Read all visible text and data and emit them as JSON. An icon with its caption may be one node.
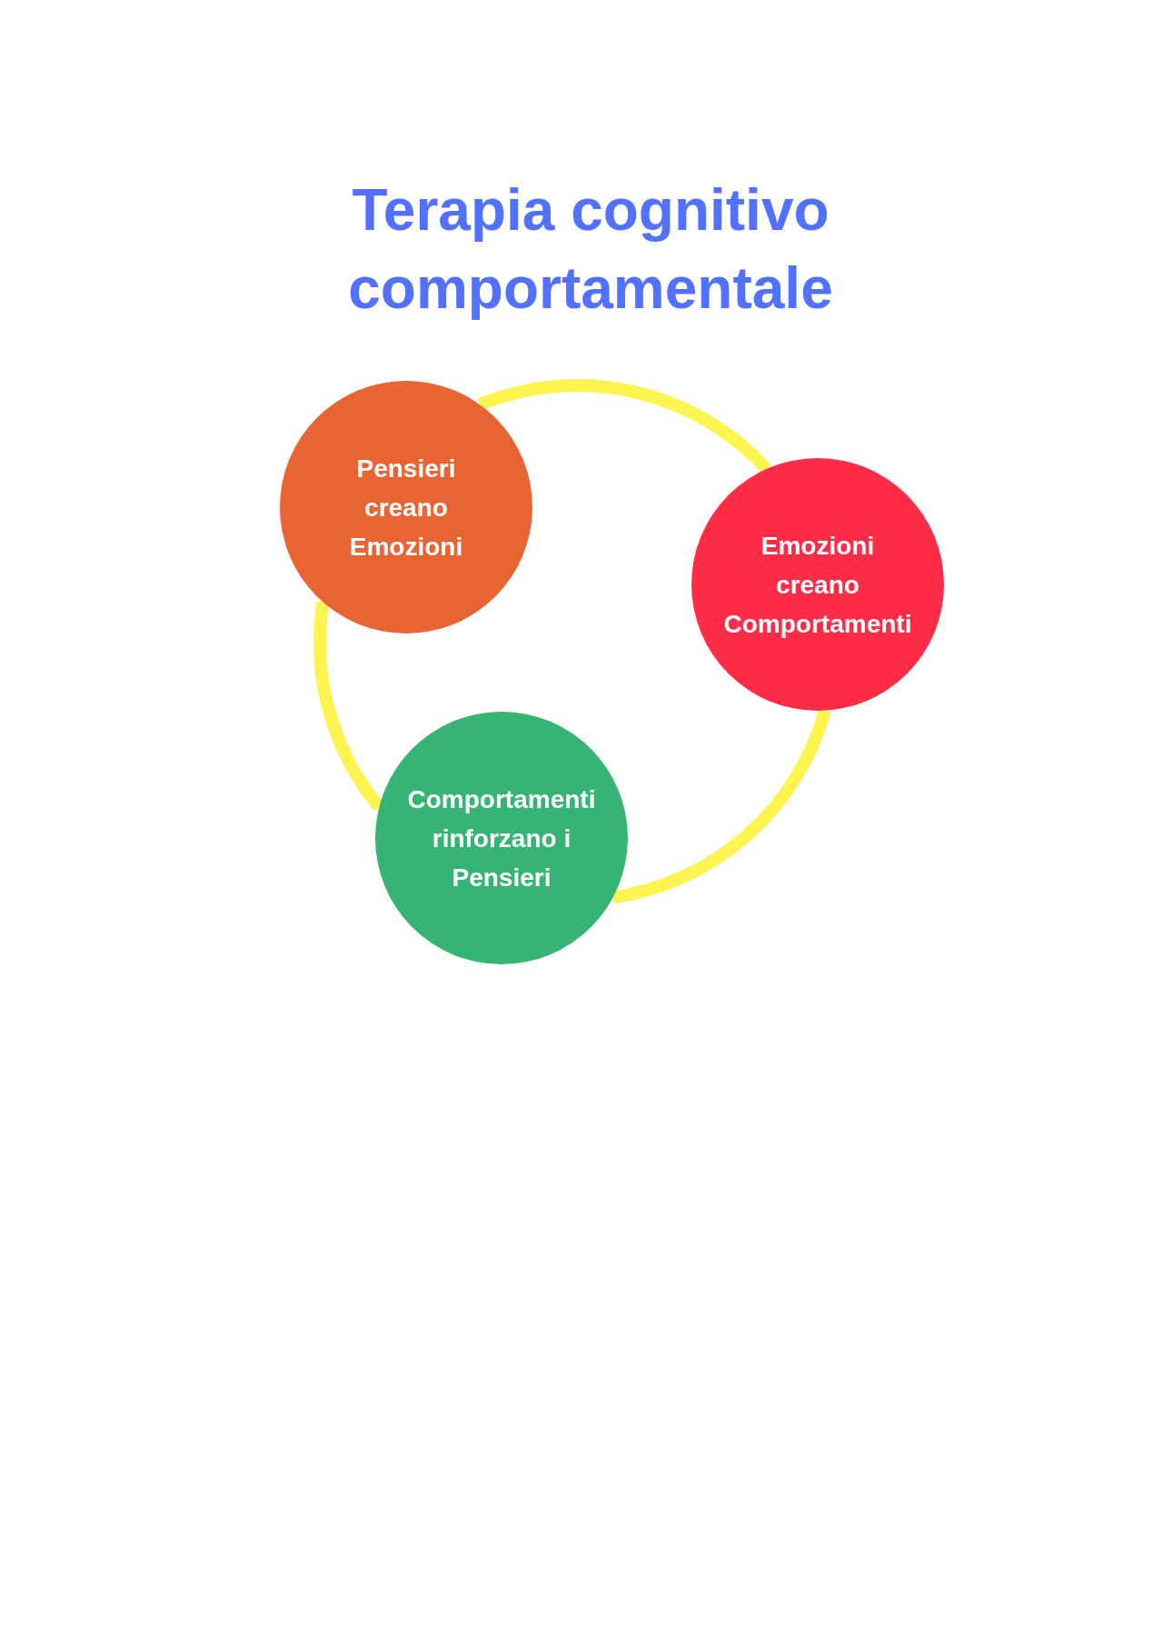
{
  "diagram": {
    "title": "Terapia cognitivo comportamentale",
    "nodes": [
      {
        "text": [
          "Pensieri creano Emozioni"
        ]
      },
      {
        "text": [
          "Emozioni creano Comportamenti"
        ]
      },
      {
        "text": [
          "Comportamenti rinforzano i Pensieri"
        ]
      }
    ],
    "edges": [
      {
        "from": 0,
        "to": 1,
        "arrow": "none"
      },
      {
        "from": 1,
        "to": 2,
        "arrow": "none"
      },
      {
        "from": 2,
        "to": 0,
        "arrow": "none"
      }
    ]
  }
}
